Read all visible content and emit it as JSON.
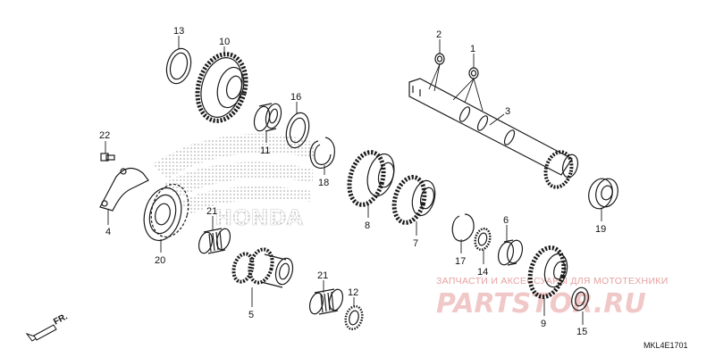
{
  "callouts": [
    "13",
    "10",
    "16",
    "11",
    "18",
    "22",
    "4",
    "21",
    "20",
    "5",
    "21",
    "12",
    "8",
    "7",
    "2",
    "1",
    "3",
    "19",
    "6",
    "17",
    "14",
    "9",
    "15"
  ],
  "watermark": {
    "tagline": "ЗАПЧАСТИ И АКСЕССУАРЫ ДЛЯ МОТОТЕХНИКИ",
    "brand": "PARTSTOR.RU"
  },
  "logo_text": "HONDA",
  "diagram_code": "MKL4E1701",
  "direction_label": "FR."
}
